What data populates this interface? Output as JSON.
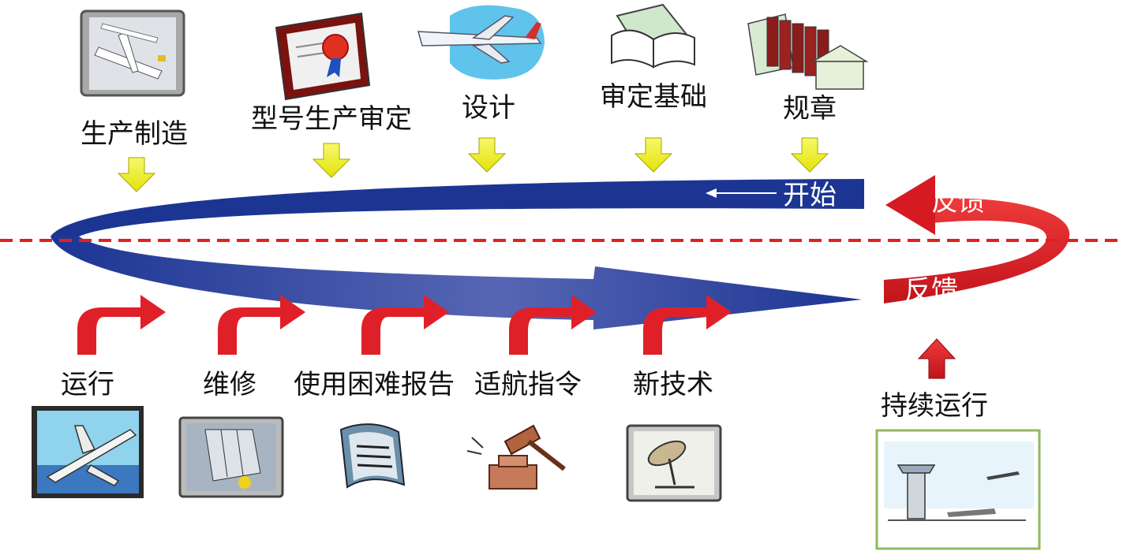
{
  "top_steps": [
    {
      "label": "生产制造",
      "icon": "factory-airport-icon"
    },
    {
      "label": "型号生产审定",
      "icon": "certificate-icon"
    },
    {
      "label": "设计",
      "icon": "airplane-design-icon"
    },
    {
      "label": "审定基础",
      "icon": "open-book-icon"
    },
    {
      "label": "规章",
      "icon": "law-books-icon"
    }
  ],
  "bottom_steps": [
    {
      "label": "运行",
      "icon": "airplane-takeoff-icon"
    },
    {
      "label": "维修",
      "icon": "maintenance-icon"
    },
    {
      "label": "使用困难报告",
      "icon": "report-document-icon"
    },
    {
      "label": "适航指令",
      "icon": "gavel-icon"
    },
    {
      "label": "新技术",
      "icon": "satellite-dish-icon"
    }
  ],
  "start_label": "开始",
  "feedback_top": "反馈",
  "feedback_bottom": "反馈",
  "continued_operation": "持续运行",
  "continued_icon": "control-tower-icon",
  "colors": {
    "loop_blue": "#1c3593",
    "feedback_red": "#d61a22",
    "down_arrow_yellow": "#f2f21a",
    "divider_red": "#e02020"
  }
}
